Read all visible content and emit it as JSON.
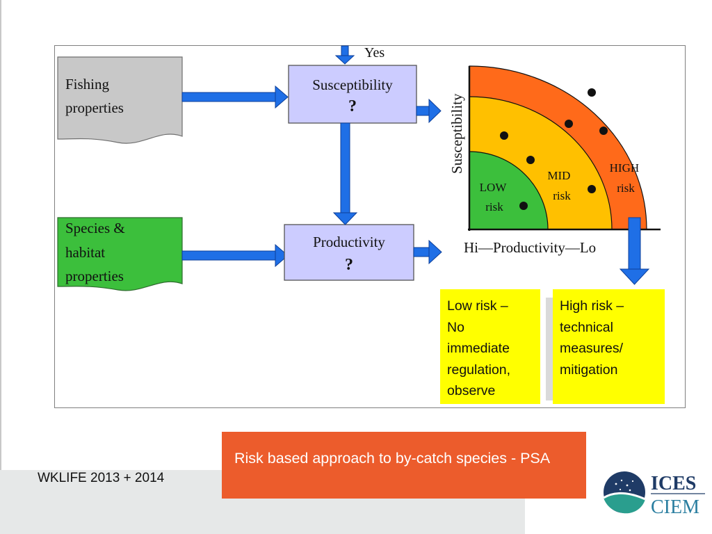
{
  "diagram": {
    "yes_label": "Yes",
    "fishing_properties": [
      "Fishing",
      "properties"
    ],
    "species_properties": [
      "Species &",
      "habitat",
      "properties"
    ],
    "susceptibility_box": {
      "title": "Susceptibility",
      "mark": "?"
    },
    "productivity_box": {
      "title": "Productivity",
      "mark": "?"
    },
    "risk_plot": {
      "y_axis_label": "Susceptibility",
      "x_axis_label": "Hi—Productivity—Lo",
      "zones": [
        {
          "lines": [
            "LOW",
            "risk"
          ],
          "color": "#3cbf3c"
        },
        {
          "lines": [
            "MID",
            "risk"
          ],
          "color": "#ffc000"
        },
        {
          "lines": [
            "HIGH",
            "risk"
          ],
          "color": "#ff6a1a"
        }
      ],
      "points": 7
    }
  },
  "notes": {
    "low": "Low risk –\nNo\nimmediate\nregulation,\nobserve",
    "high": "High risk –\ntechnical\nmeasures/\nmitigation"
  },
  "footer": {
    "label": "WKLIFE 2013 + 2014",
    "caption": "Risk based approach to by-catch species - PSA"
  },
  "logo": {
    "top": "ICES",
    "bottom": "CIEM"
  },
  "colors": {
    "arrow": "#1f6fe6",
    "process_box": "#ccccff",
    "fishing_doc": "#c8c8c8",
    "species_doc": "#3cbf3c",
    "note": "#ffff00",
    "caption_bg": "#ec5c2c",
    "logo_navy": "#1f3b66",
    "logo_teal": "#2a9e8e"
  }
}
